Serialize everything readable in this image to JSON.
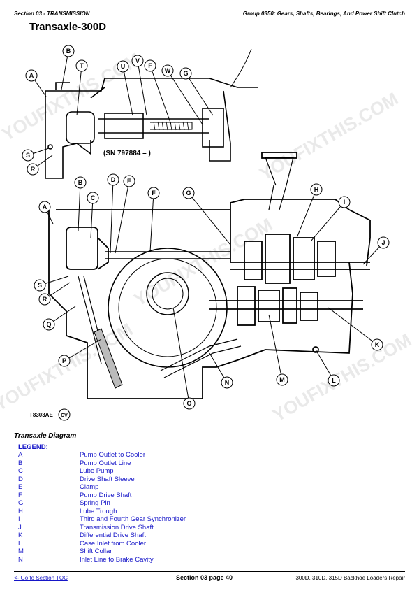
{
  "header": {
    "left": "Section 03 - TRANSMISSION",
    "right": "Group 0350: Gears, Shafts, Bearings, And Power Shift Clutch"
  },
  "title": "Transaxle-300D",
  "figure": {
    "serial_note": "(SN 797884 –    )",
    "figure_id": "T8303AE",
    "figure_badge": "CV",
    "watermark": "YOUFIXTHIS.COM"
  },
  "caption": "Transaxle Diagram",
  "legend": {
    "title": "LEGEND:",
    "items": [
      {
        "key": "A",
        "label": "Pump Outlet to Cooler"
      },
      {
        "key": "B",
        "label": "Pump Outlet Line"
      },
      {
        "key": "C",
        "label": "Lube Pump"
      },
      {
        "key": "D",
        "label": "Drive Shaft Sleeve"
      },
      {
        "key": "E",
        "label": "Clamp"
      },
      {
        "key": "F",
        "label": "Pump Drive Shaft"
      },
      {
        "key": "G",
        "label": "Spring Pin"
      },
      {
        "key": "H",
        "label": "Lube Trough"
      },
      {
        "key": "I",
        "label": "Third and Fourth Gear Synchronizer"
      },
      {
        "key": "J",
        "label": "Transmission Drive Shaft"
      },
      {
        "key": "K",
        "label": "Differential Drive Shaft"
      },
      {
        "key": "L",
        "label": "Case Inlet from Cooler"
      },
      {
        "key": "M",
        "label": "Shift Collar"
      },
      {
        "key": "N",
        "label": "Inlet Line to Brake Cavity"
      }
    ]
  },
  "footer": {
    "link": "<- Go to Section TOC",
    "page": "Section 03 page 40",
    "doc": "300D, 310D, 315D Backhoe Loaders Repair"
  }
}
